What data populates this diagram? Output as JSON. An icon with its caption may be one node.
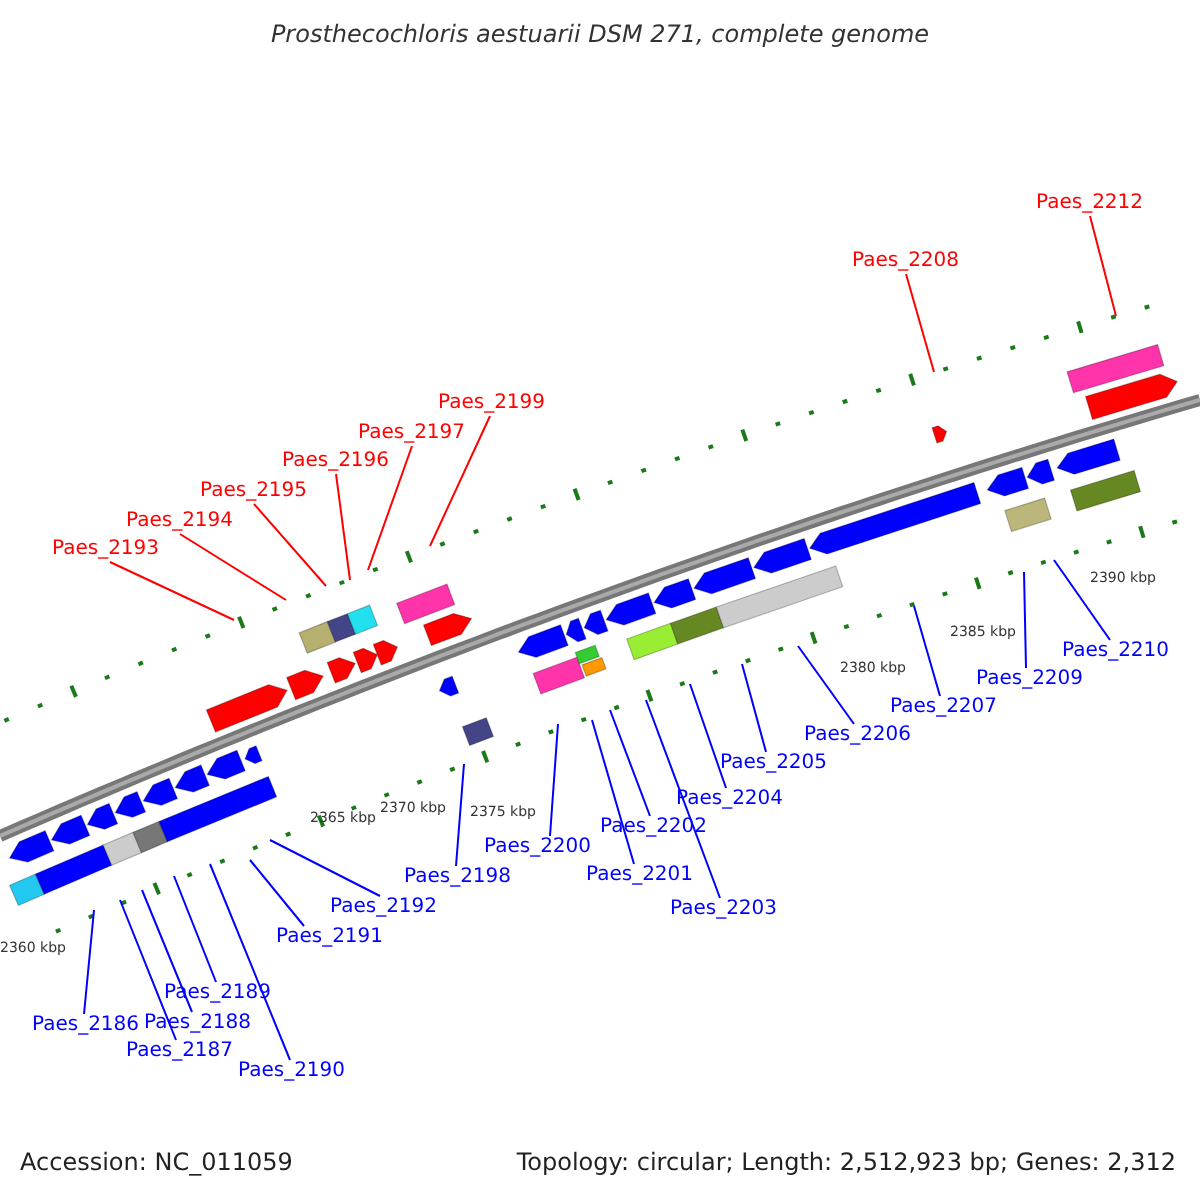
{
  "diagram": {
    "title": "Prosthecochloris aestuarii DSM 271, complete genome",
    "nodes": [
      {
        "text": [
          "Paes_2193"
        ]
      },
      {
        "text": [
          "Paes_2194"
        ]
      },
      {
        "text": [
          "Paes_2195"
        ]
      },
      {
        "text": [
          "Paes_2196"
        ]
      },
      {
        "text": [
          "Paes_2197"
        ]
      },
      {
        "text": [
          "Paes_2199"
        ]
      },
      {
        "text": [
          "Paes_2208"
        ]
      },
      {
        "text": [
          "Paes_2212"
        ]
      },
      {
        "text": [
          "Paes_2186"
        ]
      },
      {
        "text": [
          "Paes_2187"
        ]
      },
      {
        "text": [
          "Paes_2188"
        ]
      },
      {
        "text": [
          "Paes_2189"
        ]
      },
      {
        "text": [
          "Paes_2190"
        ]
      },
      {
        "text": [
          "Paes_2191"
        ]
      },
      {
        "text": [
          "Paes_2192"
        ]
      },
      {
        "text": [
          "Paes_2198"
        ]
      },
      {
        "text": [
          "Paes_2200"
        ]
      },
      {
        "text": [
          "Paes_2201"
        ]
      },
      {
        "text": [
          "Paes_2202"
        ]
      },
      {
        "text": [
          "Paes_2203"
        ]
      },
      {
        "text": [
          "Paes_2204"
        ]
      },
      {
        "text": [
          "Paes_2205"
        ]
      },
      {
        "text": [
          "Paes_2206"
        ]
      },
      {
        "text": [
          "Paes_2207"
        ]
      },
      {
        "text": [
          "Paes_2209"
        ]
      },
      {
        "text": [
          "Paes_2210"
        ]
      }
    ],
    "edges": [
      {
        "from": 0,
        "to": null,
        "arrow": "none",
        "color": "#ff0000"
      },
      {
        "from": 1,
        "to": null,
        "arrow": "none",
        "color": "#ff0000"
      },
      {
        "from": 2,
        "to": null,
        "arrow": "none",
        "color": "#ff0000"
      },
      {
        "from": 3,
        "to": null,
        "arrow": "none",
        "color": "#ff0000"
      },
      {
        "from": 4,
        "to": null,
        "arrow": "none",
        "color": "#ff0000"
      },
      {
        "from": 5,
        "to": null,
        "arrow": "none",
        "color": "#ff0000"
      },
      {
        "from": 6,
        "to": null,
        "arrow": "none",
        "color": "#ff0000"
      },
      {
        "from": 7,
        "to": null,
        "arrow": "none",
        "color": "#ff0000"
      },
      {
        "from": 8,
        "to": null,
        "arrow": "none"
      },
      {
        "from": 9,
        "to": null,
        "arrow": "none"
      },
      {
        "from": 10,
        "to": null,
        "arrow": "none"
      },
      {
        "from": 11,
        "to": null,
        "arrow": "none"
      },
      {
        "from": 12,
        "to": null,
        "arrow": "none"
      },
      {
        "from": 13,
        "to": null,
        "arrow": "none"
      },
      {
        "from": 14,
        "to": null,
        "arrow": "none"
      },
      {
        "from": 15,
        "to": null,
        "arrow": "none"
      },
      {
        "from": 16,
        "to": null,
        "arrow": "none"
      },
      {
        "from": 17,
        "to": null,
        "arrow": "none"
      },
      {
        "from": 18,
        "to": null,
        "arrow": "none"
      },
      {
        "from": 19,
        "to": null,
        "arrow": "none"
      },
      {
        "from": 20,
        "to": null,
        "arrow": "none"
      },
      {
        "from": 21,
        "to": null,
        "arrow": "none"
      },
      {
        "from": 22,
        "to": null,
        "arrow": "none"
      },
      {
        "from": 23,
        "to": null,
        "arrow": "none"
      },
      {
        "from": 24,
        "to": null,
        "arrow": "none"
      },
      {
        "from": 25,
        "to": null,
        "arrow": "none"
      }
    ],
    "labels": [
      "2360 kbp",
      "2365 kbp",
      "2370 kbp",
      "2375 kbp",
      "2380 kbp",
      "2385 kbp",
      "2390 kbp",
      "Accession: NC_011059",
      "Topology: circular; Length: 2,512,923 bp; Genes: 2,312"
    ]
  }
}
